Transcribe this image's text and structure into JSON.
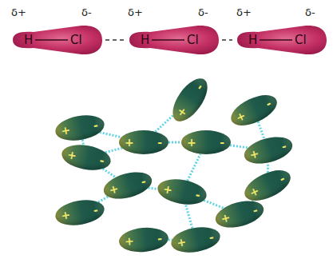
{
  "diagram": {
    "nodes": [
      {
        "text": [
          "H",
          "Cl"
        ]
      },
      {
        "text": [
          "H",
          "Cl"
        ]
      },
      {
        "text": [
          "H",
          "Cl"
        ]
      },
      {
        "text": [
          "+",
          "-"
        ]
      },
      {
        "text": [
          "+",
          "-"
        ]
      },
      {
        "text": [
          "+",
          "-"
        ]
      },
      {
        "text": [
          "+",
          "-"
        ]
      },
      {
        "text": [
          "+",
          "-"
        ]
      },
      {
        "text": [
          "+",
          "-"
        ]
      },
      {
        "text": [
          "+",
          "-"
        ]
      },
      {
        "text": [
          "+",
          "-"
        ]
      },
      {
        "text": [
          "+",
          "-"
        ]
      },
      {
        "text": [
          "+",
          "-"
        ]
      },
      {
        "text": [
          "+",
          "-"
        ]
      },
      {
        "text": [
          "+",
          "-"
        ]
      },
      {
        "text": [
          "+",
          "-"
        ]
      },
      {
        "text": [
          "+",
          "-"
        ]
      }
    ],
    "edges": [
      {
        "from": 0,
        "to": 1,
        "arrow": "none"
      },
      {
        "from": 1,
        "to": 2,
        "arrow": "none"
      },
      {
        "from": 5,
        "to": 6,
        "arrow": "none"
      },
      {
        "from": 6,
        "to": 7,
        "arrow": "none"
      },
      {
        "from": 7,
        "to": 8,
        "arrow": "none"
      },
      {
        "from": 6,
        "to": 3,
        "arrow": "none"
      },
      {
        "from": 4,
        "to": 8,
        "arrow": "none"
      },
      {
        "from": 9,
        "to": 6,
        "arrow": "none"
      },
      {
        "from": 9,
        "to": 10,
        "arrow": "none"
      },
      {
        "from": 10,
        "to": 11,
        "arrow": "none"
      },
      {
        "from": 11,
        "to": 7,
        "arrow": "none"
      },
      {
        "from": 12,
        "to": 8,
        "arrow": "none"
      },
      {
        "from": 11,
        "to": 14,
        "arrow": "none"
      },
      {
        "from": 14,
        "to": 12,
        "arrow": "none"
      },
      {
        "from": 15,
        "to": 16,
        "arrow": "none"
      },
      {
        "from": 16,
        "to": 11,
        "arrow": "none"
      },
      {
        "from": 13,
        "to": 10,
        "arrow": "none"
      },
      {
        "from": 5,
        "to": 9,
        "arrow": "none"
      }
    ],
    "labels": [
      "δ+",
      "δ-",
      "δ+",
      "δ-",
      "δ+",
      "δ-"
    ]
  }
}
